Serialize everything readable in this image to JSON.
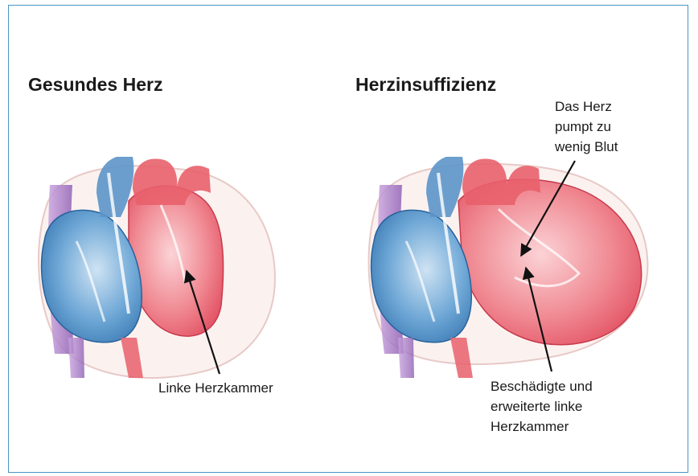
{
  "panels": {
    "healthy": {
      "title": "Gesundes Herz"
    },
    "failure": {
      "title": "Herzinsuffizienz"
    }
  },
  "annotations": {
    "left_ventricle": "Linke Herzkammer",
    "pumps_little_line1": "Das  Herz",
    "pumps_little_line2": "pumpt zu",
    "pumps_little_line3": "wenig Blut",
    "damaged_line1": "Beschädigte und",
    "damaged_line2": "erweiterte linke",
    "damaged_line3": "Herzkammer"
  },
  "colors": {
    "frame": "#4a95c8",
    "venous_blue": "#3a7fb8",
    "arterial_red": "#e85a66",
    "vena_purple": "#a874c4"
  }
}
